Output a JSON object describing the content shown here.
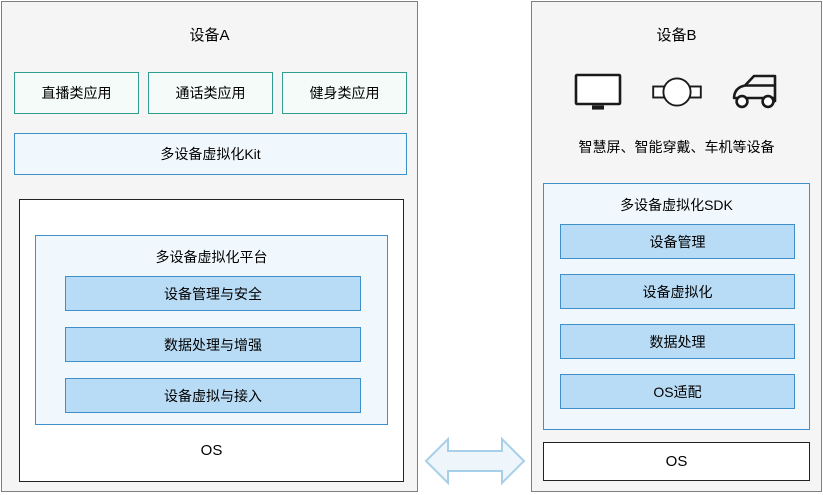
{
  "colors": {
    "panel_bg": "#f5f5f5",
    "panel_border": "#7f7f7f",
    "app_border": "#2f9e8f",
    "app_fill": "#f4fbf9",
    "blue_border": "#3f8fc8",
    "blue_light_fill": "#f1f8fd",
    "blue_mid_fill": "#b9dcf6",
    "dark_border": "#222222",
    "arrow_border": "#a8cfe8",
    "arrow_fill": "#eef6fc"
  },
  "device_a": {
    "title": "设备A",
    "apps": [
      {
        "label": "直播类应用"
      },
      {
        "label": "通话类应用"
      },
      {
        "label": "健身类应用"
      }
    ],
    "kit": {
      "label": "多设备虚拟化Kit"
    },
    "platform": {
      "title": "多设备虚拟化平台",
      "items": [
        {
          "label": "设备管理与安全"
        },
        {
          "label": "数据处理与增强"
        },
        {
          "label": "设备虚拟与接入"
        }
      ]
    },
    "os_label": "OS"
  },
  "device_b": {
    "title": "设备B",
    "icons": [
      {
        "name": "smart-screen-icon"
      },
      {
        "name": "smart-watch-icon"
      },
      {
        "name": "car-head-unit-icon"
      }
    ],
    "devices_subtitle": "智慧屏、智能穿戴、车机等设备",
    "sdk": {
      "title": "多设备虚拟化SDK",
      "items": [
        {
          "label": "设备管理"
        },
        {
          "label": "设备虚拟化"
        },
        {
          "label": "数据处理"
        },
        {
          "label": "OS适配"
        }
      ]
    },
    "os_label": "OS"
  },
  "connector": {
    "name": "bidirectional-arrow-icon"
  }
}
